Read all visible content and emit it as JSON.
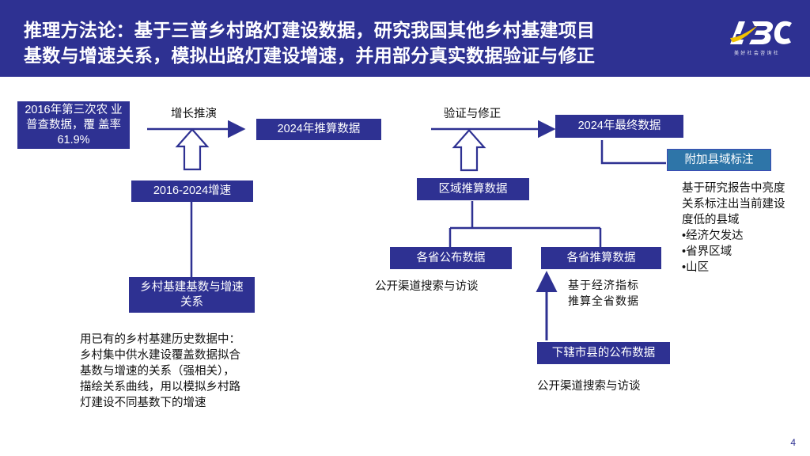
{
  "header": {
    "title_line1": "推理方法论：基于三普乡村路灯建设数据，研究我国其他乡村基建项目",
    "title_line2": "基数与增速关系，模拟出路灯建设增速，并用部分真实数据验证与修正",
    "bg_color": "#2E3192",
    "logo_text": "ABC",
    "logo_subtext": "美好社会咨询社",
    "logo_accent_color": "#F2C200"
  },
  "diagram": {
    "box_color": "#2E3192",
    "box_light_color": "#2E75A8",
    "boxes": [
      {
        "id": "census2016",
        "label": "2016年第三次农\n业普查数据，覆\n盖率61.9%"
      },
      {
        "id": "estimate2024",
        "label": "2024年推算数据"
      },
      {
        "id": "final2024",
        "label": "2024年最终数据"
      },
      {
        "id": "county_annotation",
        "label": "附加县域标注"
      },
      {
        "id": "growth_2016_2024",
        "label": "2016-2024增速"
      },
      {
        "id": "base_growth_relation",
        "label": "乡村基建基数与增速\n关系"
      },
      {
        "id": "regional_estimate",
        "label": "区域推算数据"
      },
      {
        "id": "province_published",
        "label": "各省公布数据"
      },
      {
        "id": "province_estimate",
        "label": "各省推算数据"
      },
      {
        "id": "city_county_published",
        "label": "下辖市县的公布数据"
      }
    ],
    "arrow_labels": [
      {
        "id": "growth_deduction",
        "label": "增长推演"
      },
      {
        "id": "verify_correct",
        "label": "验证与修正"
      }
    ],
    "notes": [
      {
        "id": "county_note",
        "text": "基于研究报告中亮度\n关系标注出当前建设\n度低的县域\n•经济欠发达\n•省界区域\n•山区"
      },
      {
        "id": "province_published_note",
        "text": "公开渠道搜索与访谈"
      },
      {
        "id": "province_estimate_note",
        "text": "基于经济指标\n推算全省数据"
      },
      {
        "id": "city_county_note",
        "text": "公开渠道搜索与访谈"
      },
      {
        "id": "methodology_note",
        "text": "用已有的乡村基建历史数据中：\n乡村集中供水建设覆盖数据拟合\n基数与增速的关系（强相关），\n描绘关系曲线，用以模拟乡村路\n灯建设不同基数下的增速"
      }
    ]
  },
  "footer": {
    "page_number": "4"
  }
}
